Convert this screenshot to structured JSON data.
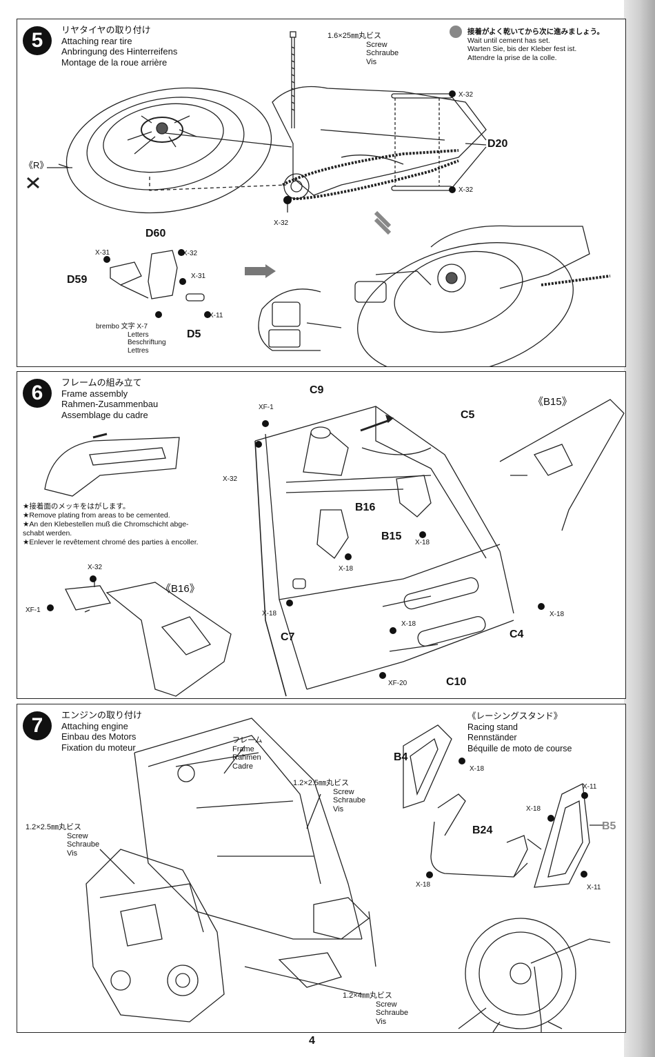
{
  "page_number": "4",
  "step5": {
    "number": "5",
    "titles": [
      "リヤタイヤの取り付け",
      "Attaching rear tire",
      "Anbringung des Hinterreifens",
      "Montage de la roue arrière"
    ],
    "screw": [
      "1.6×25㎜丸ビス",
      "Screw",
      "Schraube",
      "Vis"
    ],
    "cement_note": [
      "接着がよく乾いてから次に進みましょう。",
      "Wait until cement has set.",
      "Warten Sie, bis der Kleber fest ist.",
      "Attendre la prise de la colle."
    ],
    "parts": {
      "r": "《R》",
      "d20": "D20",
      "d60": "D60",
      "d59": "D59",
      "d5": "D5",
      "x32_a": "X-32",
      "x32_b": "X-32",
      "x32_c": "X-32",
      "x32_d": "X-32",
      "x31_a": "X-31",
      "x31_b": "X-31",
      "x11": "X-11"
    },
    "letters": [
      "brembo 文字 X-7",
      "Letters",
      "Beschriftung",
      "Lettres"
    ]
  },
  "step6": {
    "number": "6",
    "titles": [
      "フレームの組み立て",
      "Frame assembly",
      "Rahmen-Zusammenbau",
      "Assemblage du cadre"
    ],
    "plating_note": [
      "★接着面のメッキをはがします。",
      "★Remove plating from areas to be cemented.",
      "★An den Klebestellen muß die Chromschicht abge-",
      "schabt werden.",
      "★Enlever le revêtement chromé des parties à encoller."
    ],
    "parts": {
      "c9": "C9",
      "c5": "C5",
      "b15_ref": "《B15》",
      "b16": "B16",
      "b15": "B15",
      "b16_ref": "《B16》",
      "c7": "C7",
      "c4": "C4",
      "c10": "C10",
      "xf1_a": "XF-1",
      "xf1_b": "XF-1",
      "x32_a": "X-32",
      "x32_b": "X-32",
      "x18_a": "X-18",
      "x18_b": "X-18",
      "x18_c": "X-18",
      "x18_d": "X-18",
      "x18_e": "X-18",
      "xf20": "XF-20"
    }
  },
  "step7": {
    "number": "7",
    "titles": [
      "エンジンの取り付け",
      "Attaching engine",
      "Einbau des Motors",
      "Fixation du moteur"
    ],
    "frame": [
      "フレーム",
      "Frame",
      "Rahmen",
      "Cadre"
    ],
    "screw_a": [
      "1.2×2.5㎜丸ビス",
      "Screw",
      "Schraube",
      "Vis"
    ],
    "screw_b": [
      "1.2×2.5㎜丸ビス",
      "Screw",
      "Schraube",
      "Vis"
    ],
    "screw_c": [
      "1.2×4㎜丸ビス",
      "Screw",
      "Schraube",
      "Vis"
    ],
    "racing_stand": [
      "《レーシングスタンド》",
      "Racing stand",
      "Rennständer",
      "Béquille de moto de course"
    ],
    "parts": {
      "b4": "B4",
      "b24": "B24",
      "b5": "B5",
      "x18_a": "X-18",
      "x18_b": "X-18",
      "x18_c": "X-18",
      "x11_a": "X-11",
      "x11_b": "X-11"
    }
  }
}
